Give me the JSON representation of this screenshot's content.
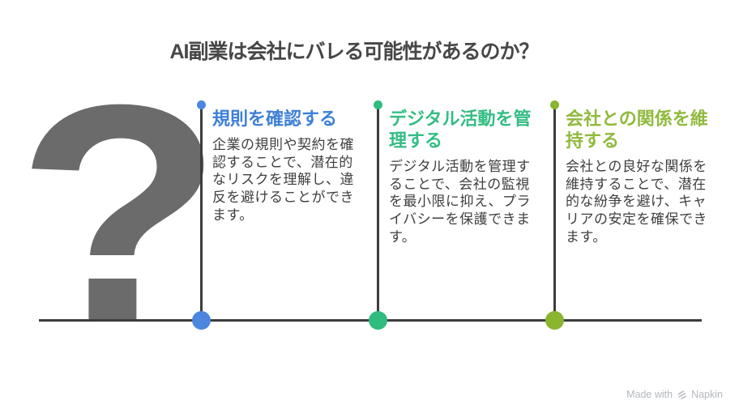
{
  "title": "AI副業は会社にバレる可能性があるのか？",
  "question_mark": "?",
  "columns": [
    {
      "heading": "規則を確認する",
      "body": "企業の規則や契約を確認することで、潜在的なリスクを理解し、違反を避けることができます。",
      "accent_color": "#3e7fd7",
      "marker_color": "#4c86df"
    },
    {
      "heading": "デジタル活動を管理する",
      "body": "デジタル活動を管理することで、会社の監視を最小限に抑え、プライバシーを保護できます。",
      "accent_color": "#34bd83",
      "marker_color": "#2fbc7e"
    },
    {
      "heading": "会社との関係を維持する",
      "body": "会社との良好な関係を維持することで、潜在的な紛争を避け、キャリアの安定を確保できます。",
      "accent_color": "#90ba3e",
      "marker_color": "#89b52f"
    }
  ],
  "watermark": {
    "prefix": "Made with",
    "brand": "Napkin"
  },
  "styles": {
    "background": "#ffffff",
    "title_color": "#474747",
    "body_text_color": "#3f3f3f",
    "question_mark_color": "#6b6b6b",
    "line_color": "#3d3d3d",
    "watermark_color": "#b4b8be"
  }
}
